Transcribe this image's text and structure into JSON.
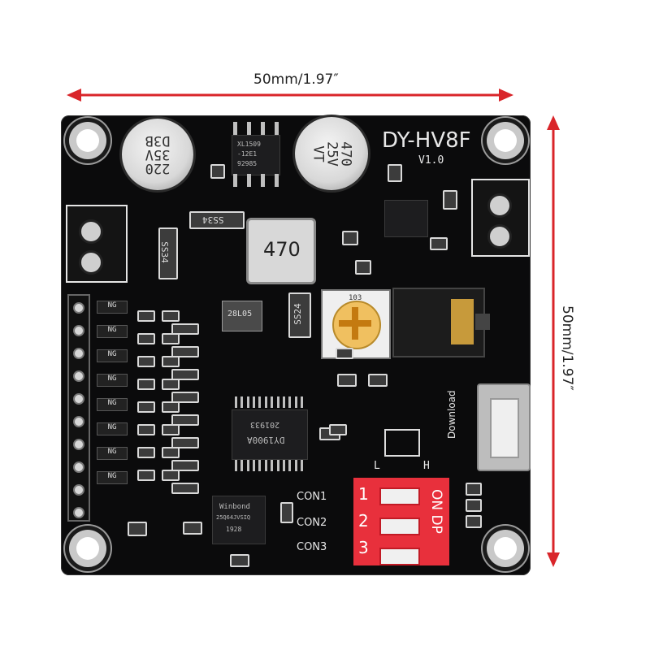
{
  "dimensions": {
    "width_label": "50mm/1.97″",
    "height_label": "50mm/1.97″"
  },
  "arrow_color": "#d9252a",
  "board": {
    "title": "DY-HV8F",
    "version": "V1.0",
    "color": "#0b0b0c",
    "capacitor_left": [
      "220",
      "35V",
      "D3B"
    ],
    "capacitor_right": [
      "470",
      "25V",
      "VT"
    ],
    "inductor_label": "470",
    "diode_labels": [
      "SS34",
      "SS34",
      "SS24"
    ],
    "regulator_label": "28L05",
    "potentiometer_label": "103",
    "main_chip_label": "DY1900A",
    "main_chip_code": "201933",
    "flash_chip_label": "Winbond",
    "flash_chip_code": "25Q64JVSIQ",
    "flash_chip_date": "1928",
    "regulator_chip_label": "XL1509",
    "regulator_chip_sub": "-12E1",
    "regulator_chip_code": "92985",
    "download_label": "Download",
    "jumper_labels": [
      "L",
      "H"
    ],
    "con_labels": [
      "CON1",
      "CON2",
      "CON3"
    ],
    "dip_numbers": [
      "1",
      "2",
      "3"
    ],
    "dip_text": "ON DP",
    "ng_label": "NG"
  }
}
